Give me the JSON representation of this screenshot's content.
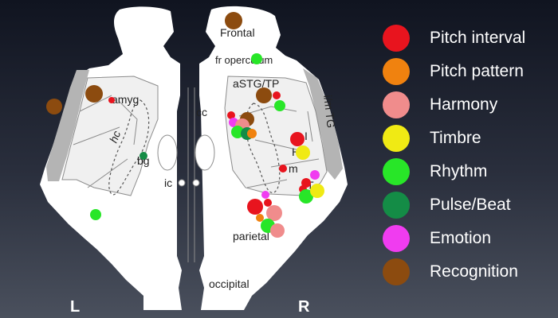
{
  "labels": {
    "frontal": "Frontal",
    "fr_operculum": "fr operculum",
    "astg_tp": "aSTG/TP",
    "amyg": "amyg",
    "cc": "cc",
    "hc": "hc",
    "bg": "bg",
    "ic": "ic",
    "im_tg": "i/m TG",
    "region_i": "I",
    "region_h": "H",
    "region_m": "m",
    "region_t": "T",
    "parietal": "parietal",
    "occipital": "occipital",
    "left": "L",
    "right": "R"
  },
  "legend": [
    {
      "label": "Pitch interval",
      "color": "#e8141e"
    },
    {
      "label": "Pitch pattern",
      "color": "#f0820f"
    },
    {
      "label": "Harmony",
      "color": "#f08c8c"
    },
    {
      "label": "Timbre",
      "color": "#f0ea14"
    },
    {
      "label": "Rhythm",
      "color": "#28e628"
    },
    {
      "label": "Pulse/Beat",
      "color": "#148c46"
    },
    {
      "label": "Emotion",
      "color": "#f03cf0"
    },
    {
      "label": "Recognition",
      "color": "#8c4b0f"
    }
  ]
}
